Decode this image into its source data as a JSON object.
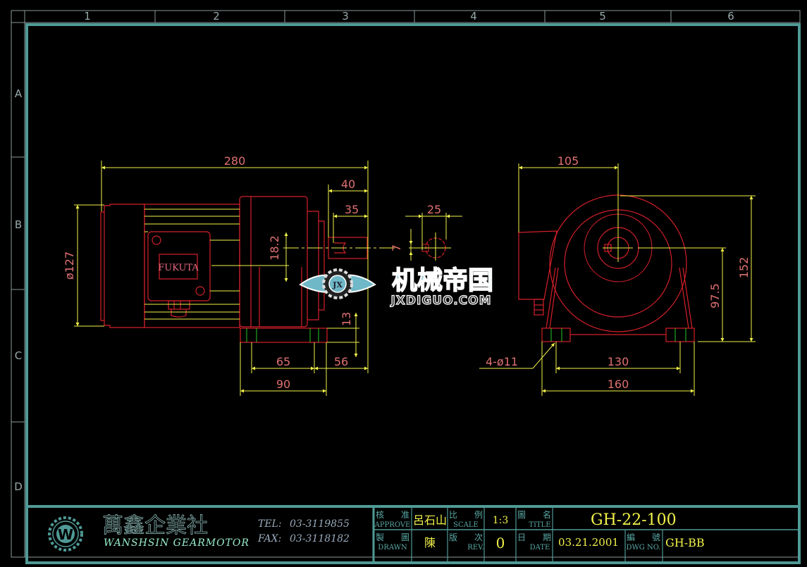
{
  "grid": {
    "columns": [
      "1",
      "2",
      "3",
      "4",
      "5",
      "6"
    ],
    "rows": [
      "A",
      "B",
      "C",
      "D"
    ]
  },
  "side_view": {
    "brand_label": "FUKUTA",
    "dimensions": {
      "overall_length": "280",
      "shaft_length": "40",
      "key_length": "35",
      "motor_diameter": "ø127",
      "shaft_height_offset": "18.2",
      "foot_thickness": "13",
      "foot_hole_spacing": "65",
      "shaft_to_foot": "56",
      "foot_length": "90"
    }
  },
  "shaft_detail": {
    "dimensions": {
      "width": "25",
      "key_height": "7"
    }
  },
  "front_view": {
    "dimensions": {
      "shaft_offset": "105",
      "overall_height": "152",
      "shaft_center_height": "97.5",
      "mounting_holes": "4-ø11",
      "hole_spacing": "130",
      "foot_width": "160"
    }
  },
  "watermark": {
    "chinese": "机械帝国",
    "english": "JXDIGUO.COM",
    "badge": "JX"
  },
  "title_block": {
    "company": {
      "logo_letter": "W",
      "name_chinese": "萬鑫企業社",
      "name_english": "WANSHSIN GEARMOTOR",
      "tel_label": "TEL:",
      "tel": "03-3119855",
      "fax_label": "FAX:",
      "fax": "03-3118182"
    },
    "approve": {
      "label_cn": "核　　准",
      "label_en": "APPROVE",
      "value": "呂石山"
    },
    "drawn": {
      "label_cn": "製　　圖",
      "label_en": "DRAWN",
      "value": "陳"
    },
    "scale": {
      "label_cn": "比　　例",
      "label_en": "SCALE",
      "value": "1:3"
    },
    "rev": {
      "label_cn": "版　　次",
      "label_en": "REV.",
      "value": "0"
    },
    "title": {
      "label_cn": "圖　　名",
      "label_en": "TITLE",
      "value": "GH-22-100"
    },
    "date": {
      "label_cn": "日　　期",
      "label_en": "DATE",
      "value": "03.21.2001"
    },
    "dwg_no": {
      "label_cn": "編　　號",
      "label_en": "DWG NO.",
      "value": "GH-BB"
    }
  },
  "colors": {
    "frame": "#4f9a96",
    "outline": "#d4202a",
    "dimension": "#f2f24a",
    "dim_text": "#e07070",
    "centerline": "#28c828"
  }
}
